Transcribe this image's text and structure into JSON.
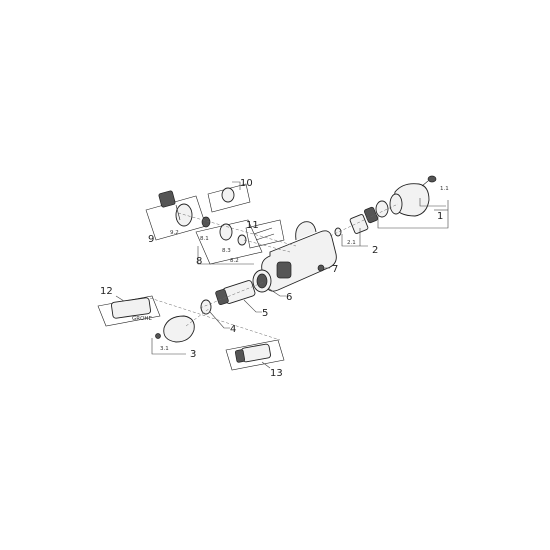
{
  "labels": {
    "p1": "1",
    "p1_1": "1.1",
    "p2": "2",
    "p2_1": "2.1",
    "p3": "3",
    "p3_1": "3.1",
    "p4": "4",
    "p5": "5",
    "p6": "6",
    "p7": "7",
    "p8": "8",
    "p8_1": "8.1",
    "p8_2": "8.2",
    "p8_3": "8.3",
    "p9": "9",
    "p9_2": "9.2",
    "p10": "10",
    "p11": "11",
    "p12": "12",
    "p13": "13"
  },
  "handle_text": "GROHE"
}
